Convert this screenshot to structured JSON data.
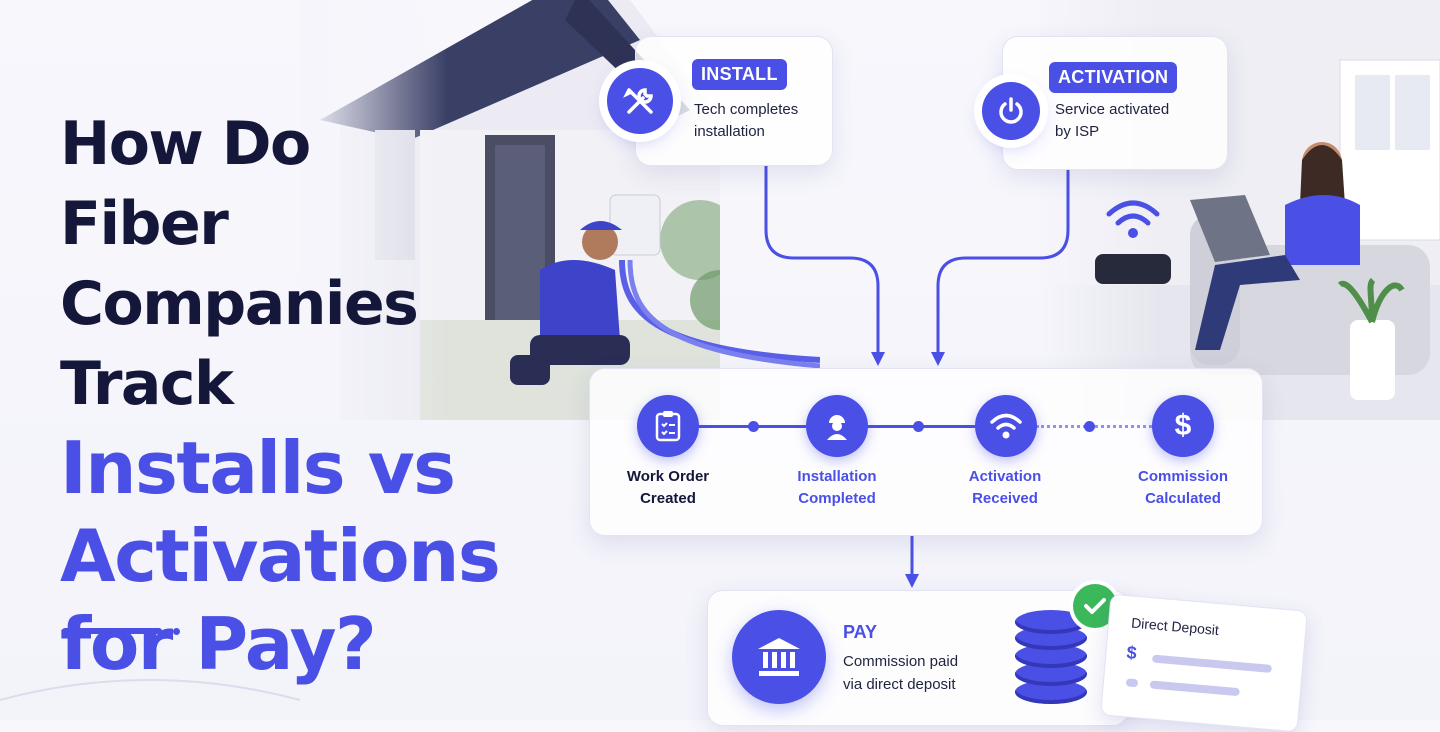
{
  "headline": {
    "line1": "How Do",
    "line2": "Fiber Companies",
    "line3": "Track",
    "line4": "Installs vs",
    "line5": "Activations",
    "line6": "for Pay?"
  },
  "install_card": {
    "badge": "INSTALL",
    "text1": "Tech completes",
    "text2": "installation",
    "icon": "wrench-screwdriver-icon"
  },
  "activation_card": {
    "badge": "ACTIVATION",
    "text1": "Service activated",
    "text2": "by ISP",
    "icon": "power-icon"
  },
  "steps": [
    {
      "line1": "Work Order",
      "line2": "Created",
      "icon": "clipboard-icon",
      "color": "#15173a"
    },
    {
      "line1": "Installation",
      "line2": "Completed",
      "icon": "technician-icon",
      "color": "#4a4fe6"
    },
    {
      "line1": "Activation",
      "line2": "Received",
      "icon": "wifi-icon",
      "color": "#4a4fe6"
    },
    {
      "line1": "Commission",
      "line2": "Calculated",
      "icon": "dollar-icon",
      "color": "#4a4fe6"
    }
  ],
  "pay_card": {
    "title": "PAY",
    "text1": "Commission paid",
    "text2": "via direct deposit",
    "icon": "bank-icon"
  },
  "deposit_slip": {
    "title": "Direct Deposit",
    "symbol": "$"
  },
  "colors": {
    "accent": "#4a4fe6",
    "dark": "#15173a",
    "success": "#3bb85a"
  }
}
